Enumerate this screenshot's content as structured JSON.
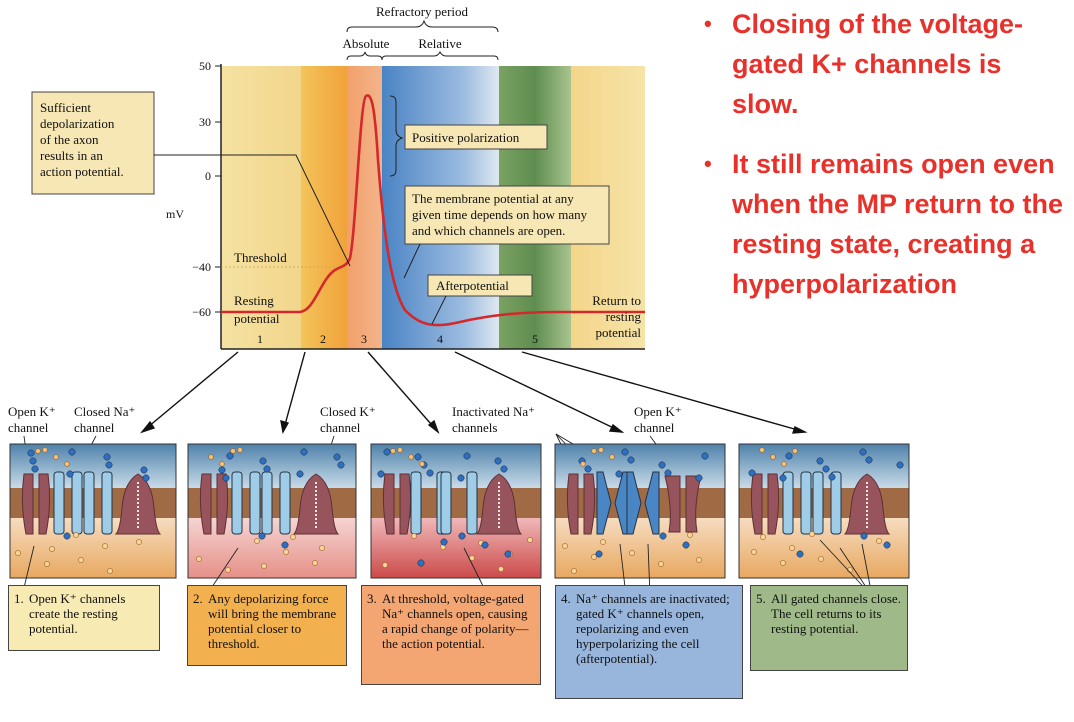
{
  "chart": {
    "refractory_label": "Refractory period",
    "absolute_label": "Absolute",
    "relative_label": "Relative",
    "y_unit": "mV",
    "y_ticks": [
      "50",
      "30",
      "0",
      "−40",
      "−60"
    ],
    "phase_numbers": [
      "1",
      "2",
      "3",
      "4",
      "5"
    ],
    "phase_colors": [
      "#f3dc95",
      "#f2ae3a",
      "#f3a171",
      "#8fb0dc",
      "#86aa70",
      "#f3dc95"
    ],
    "trace_color": "#d3282c",
    "threshold_label": "Threshold",
    "resting_label_1": "Resting",
    "resting_label_2": "potential",
    "return_label_1": "Return to",
    "return_label_2": "resting",
    "return_label_3": "potential",
    "afterpotential_label": "Afterpotential",
    "positive_polarization_label": "Positive polarization",
    "membrane_box": [
      "The membrane potential at any",
      "given time depends on how many",
      "and which channels are open."
    ],
    "sufficient_box": [
      "Sufficient",
      "depolarization",
      "of the axon",
      "results in an",
      "action potential."
    ]
  },
  "channel_labels": {
    "open_k_1": "Open K⁺",
    "open_k_2": "channel",
    "closed_na_1": "Closed Na⁺",
    "closed_na_2": "channel",
    "closed_k_1": "Closed K⁺",
    "closed_k_2": "channel",
    "inactivated_na_1": "Inactivated Na⁺",
    "inactivated_na_2": "channels",
    "open_k2_1": "Open K⁺",
    "open_k2_2": "channel"
  },
  "captions": [
    {
      "num": "1.",
      "text": "Open K⁺ channels create the resting potential.",
      "color": "#f7eab2"
    },
    {
      "num": "2.",
      "text": "Any depolarizing force will bring the membrane potential closer to threshold.",
      "color": "#f3b04e"
    },
    {
      "num": "3.",
      "text": "At threshold, voltage-gated Na⁺ channels open, causing a rapid change of polarity—the action potential.",
      "color": "#f3a572"
    },
    {
      "num": "4.",
      "text": "Na⁺ channels are inactivated; gated K⁺ channels open, repolarizing and even hyperpolarizing the cell (afterpotential).",
      "color": "#98b6dc"
    },
    {
      "num": "5.",
      "text": "All gated channels close. The cell returns to its resting potential.",
      "color": "#9fba88"
    }
  ],
  "bullets": [
    "Closing of the voltage-gated K+ channels is slow.",
    "It still remains open even when the MP return to the resting state, creating a hyperpolarization"
  ],
  "colors": {
    "bullet_text": "#e8312a",
    "extracellular": "#5f8fb5",
    "membrane": "#a06a45",
    "intracellular": "#e9b37d",
    "na_channel": "#9fcde8",
    "k_channel": "#98545c"
  }
}
